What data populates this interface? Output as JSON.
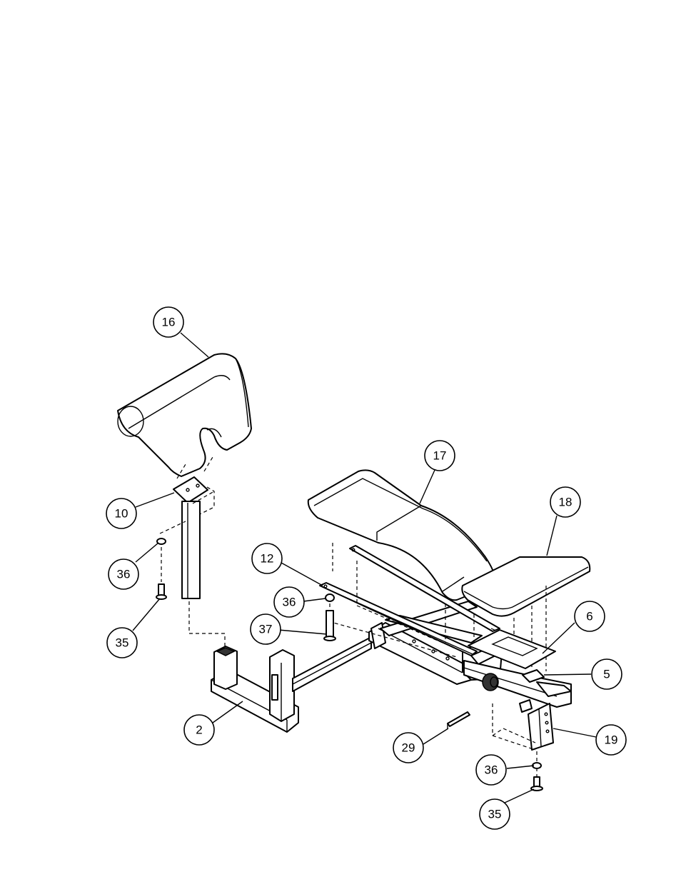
{
  "callouts": [
    {
      "id": "c16",
      "label": "16"
    },
    {
      "id": "c10",
      "label": "10"
    },
    {
      "id": "c36a",
      "label": "36"
    },
    {
      "id": "c35a",
      "label": "35"
    },
    {
      "id": "c17",
      "label": "17"
    },
    {
      "id": "c18",
      "label": "18"
    },
    {
      "id": "c12",
      "label": "12"
    },
    {
      "id": "c36b",
      "label": "36"
    },
    {
      "id": "c37",
      "label": "37"
    },
    {
      "id": "c6",
      "label": "6"
    },
    {
      "id": "c5",
      "label": "5"
    },
    {
      "id": "c2",
      "label": "2"
    },
    {
      "id": "c29",
      "label": "29"
    },
    {
      "id": "c19",
      "label": "19"
    },
    {
      "id": "c36c",
      "label": "36"
    },
    {
      "id": "c35b",
      "label": "35"
    }
  ]
}
